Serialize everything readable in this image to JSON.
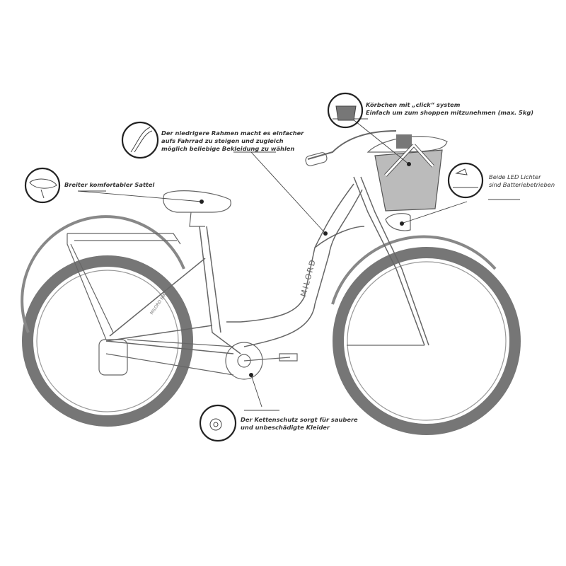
{
  "callouts": {
    "basket": {
      "line1": "Körbchen mit „click“ system",
      "line2": "Einfach um zum shoppen mitzunehmen (max. 5kg)",
      "icon": "basket-icon"
    },
    "frame": {
      "line1": "Der niedrigere Rahmen macht es einfacher",
      "line2": "aufs Fahrrad zu steigen und zugleich",
      "line3": "möglich beliebige Bekleidung zu wählen",
      "icon": "frame-icon"
    },
    "saddle": {
      "line1": "Breiter komfortabler Sattel",
      "icon": "saddle-icon"
    },
    "lights": {
      "line1": "Beide LED Lichter",
      "line2": "sind Batteriebetrieben",
      "icon": "led-light-icon"
    },
    "chainguard": {
      "line1": "Der Kettenschutz sorgt für saubere",
      "line2": "und unbeschädigte Kleider",
      "icon": "chainguard-icon"
    }
  },
  "bike": {
    "brand_downtube": "MILORD",
    "brand_seatstay": "MILORD BIKES"
  },
  "colors": {
    "tire": "#767676",
    "line": "#555555",
    "text": "#333333"
  }
}
